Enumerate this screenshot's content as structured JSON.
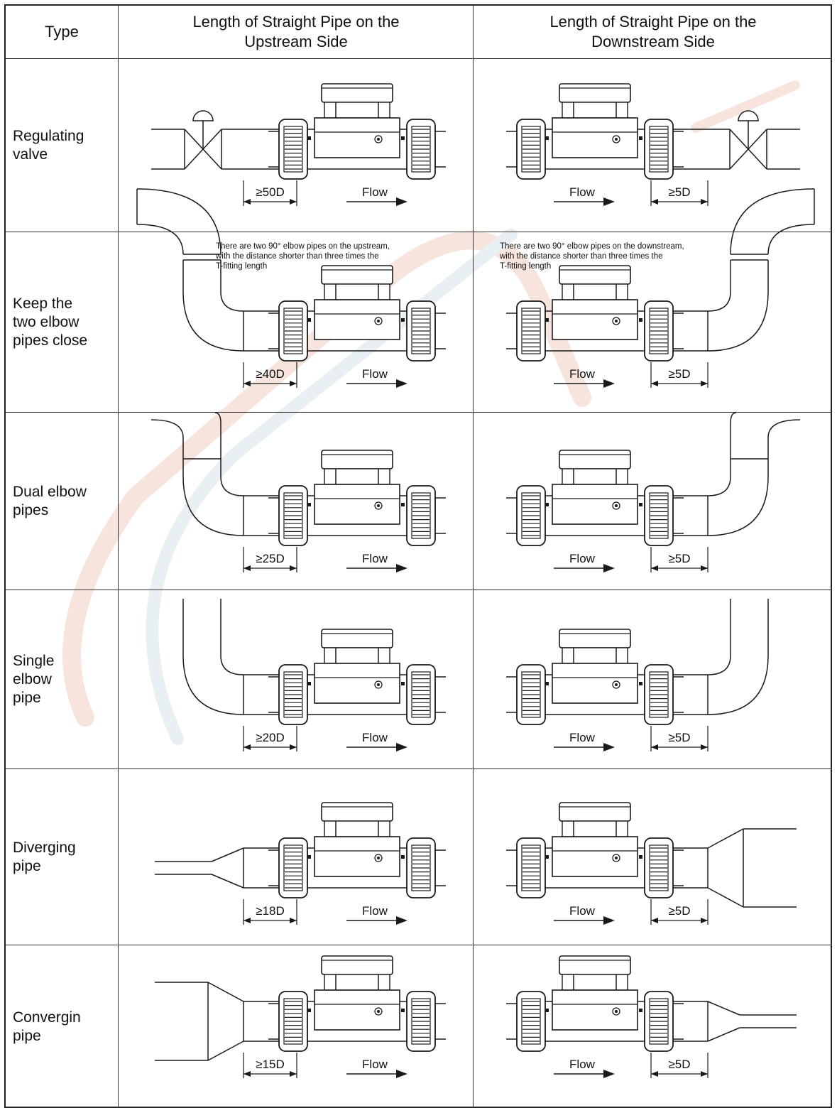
{
  "header": {
    "type_label": "Type",
    "upstream_line1": "Length of Straight Pipe on the",
    "upstream_line2": "Upstream Side",
    "downstream_line1": "Length of Straight Pipe on the",
    "downstream_line2": "Downstream Side"
  },
  "flow_label": "Flow",
  "rows": [
    {
      "type": [
        "Regulating",
        "valve"
      ],
      "upstream": "≥50D",
      "downstream": "≥5D",
      "up_fitting": "valve",
      "down_fitting": "valve"
    },
    {
      "type": [
        "Keep the",
        "two elbow",
        "pipes close"
      ],
      "upstream": "≥40D",
      "downstream": "≥5D",
      "up_note": [
        "There are two 90° elbow pipes on the upstream,",
        "with the distance shorter than three times the",
        "T-fitting length"
      ],
      "down_note": [
        "There are two 90° elbow pipes on the downstream,",
        "with the distance shorter than three times the",
        "T-fitting length"
      ],
      "up_fitting": "elbow2close",
      "down_fitting": "elbow2close"
    },
    {
      "type": [
        "Dual elbow",
        "pipes"
      ],
      "upstream": "≥25D",
      "downstream": "≥5D",
      "up_fitting": "elbow2",
      "down_fitting": "elbow2"
    },
    {
      "type": [
        "Single",
        "elbow",
        "pipe"
      ],
      "upstream": "≥20D",
      "downstream": "≥5D",
      "up_fitting": "elbow1",
      "down_fitting": "elbow1"
    },
    {
      "type": [
        "Diverging",
        "pipe"
      ],
      "upstream": "≥18D",
      "downstream": "≥5D",
      "up_fitting": "reducer",
      "down_fitting": "expander"
    },
    {
      "type": [
        "Convergin",
        "pipe"
      ],
      "upstream": "≥15D",
      "downstream": "≥5D",
      "up_fitting": "expander",
      "down_fitting": "reducer"
    }
  ],
  "watermark_colors": {
    "red": "#e8b4a6",
    "blue": "#b9cfd8"
  }
}
